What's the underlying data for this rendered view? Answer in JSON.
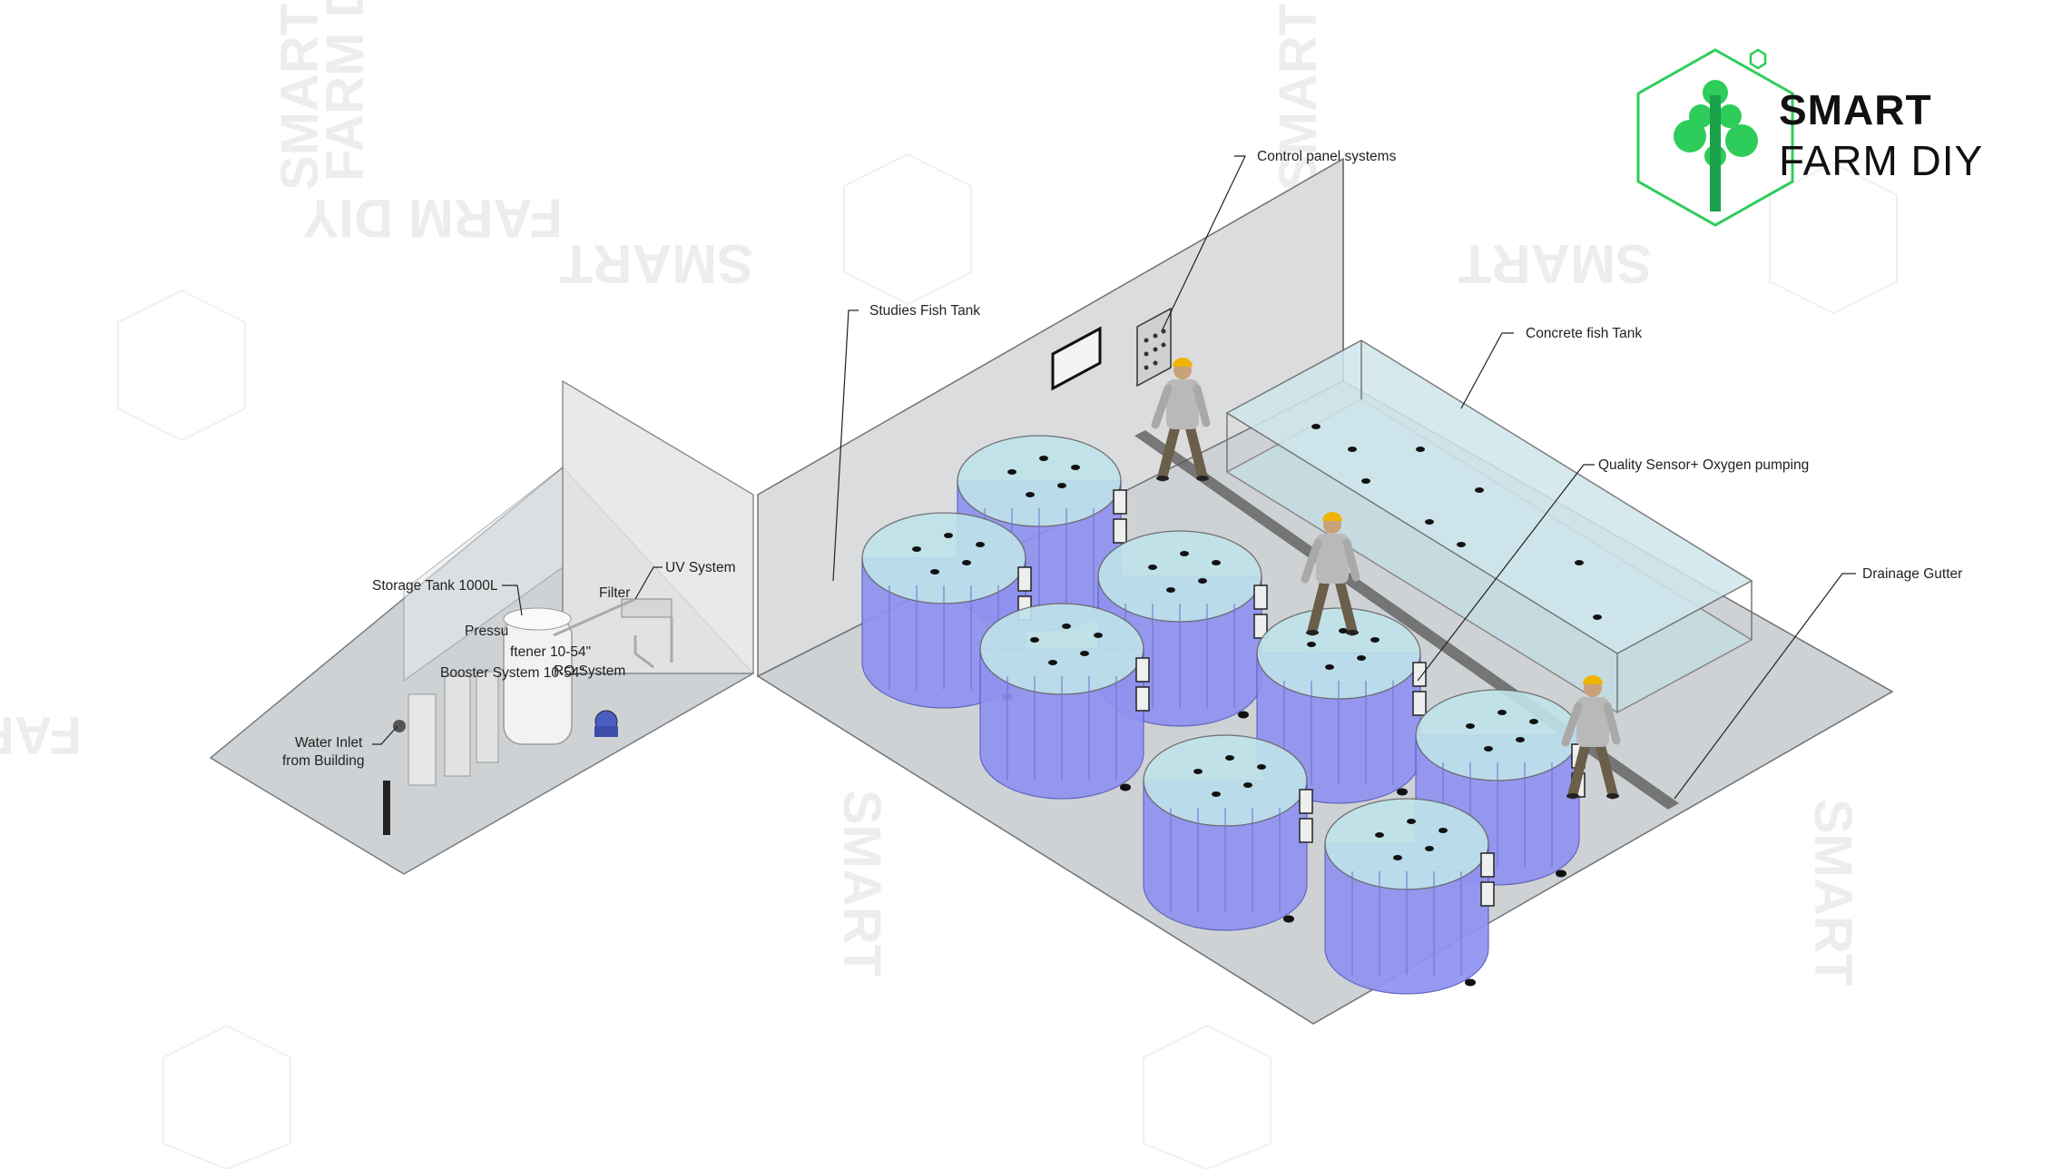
{
  "brand": {
    "line1": "SMART",
    "line2": "FARM DIY",
    "colors": {
      "green": "#2ecc5a",
      "dark_green": "#1aa14a",
      "text": "#111111",
      "watermark": "#e9ece9"
    }
  },
  "labels": {
    "control_panel": "Control panel systems",
    "studies_tank": "Studies Fish Tank",
    "concrete_tank": "Concrete fish Tank",
    "quality_sensor": "Quality Sensor+ Oxygen pumping",
    "drainage": "Drainage Gutter",
    "storage_tank": "Storage Tank 1000L",
    "uv_system": "UV System",
    "pressure": "Pressu",
    "softener": "ftener 10-54\"",
    "filter": "Filter",
    "ro_system": "RO System",
    "booster": "Booster System 10-54\"",
    "water_inlet_1": "Water Inlet",
    "water_inlet_2": "from Building"
  },
  "colors": {
    "floor": "#cfd2d4",
    "wall": "#d9dbdd",
    "tank_body": "#8f92f0",
    "tank_water": "#bfe3ea",
    "concrete_water": "#cfe6ec"
  }
}
